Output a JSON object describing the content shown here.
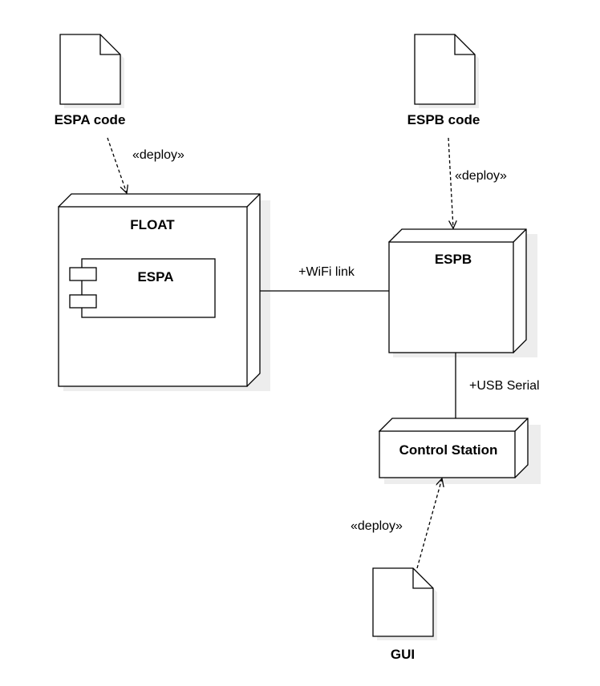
{
  "artifacts": {
    "espa_code": "ESPA code",
    "espb_code": "ESPB code",
    "gui": "GUI"
  },
  "nodes": {
    "float": "FLOAT",
    "espa": "ESPA",
    "espb": "ESPB",
    "control_station": "Control Station"
  },
  "connections": {
    "wifi_link": "+WiFi link",
    "usb_serial": "+USB Serial"
  },
  "stereotypes": {
    "deploy_espa": "«deploy»",
    "deploy_espb": "«deploy»",
    "deploy_gui": "«deploy»"
  }
}
